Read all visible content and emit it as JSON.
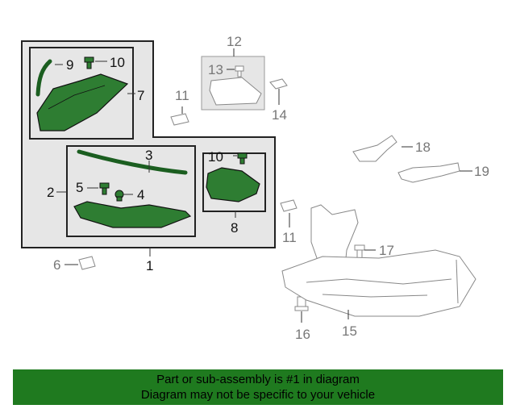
{
  "callouts": {
    "c1": "1",
    "c2": "2",
    "c3": "3",
    "c4": "4",
    "c5": "5",
    "c6": "6",
    "c7": "7",
    "c8": "8",
    "c9": "9",
    "c10a": "10",
    "c10b": "10",
    "c11a": "11",
    "c11b": "11",
    "c12": "12",
    "c13": "13",
    "c14": "14",
    "c15": "15",
    "c16": "16",
    "c17": "17",
    "c18": "18",
    "c19": "19"
  },
  "banner": {
    "line1": "Part or sub-assembly is #1 in diagram",
    "line2": "Diagram may not be specific to your vehicle"
  },
  "colors": {
    "part_fill": "#2e7d32",
    "panel_bg": "#e6e6e6",
    "banner_bg": "#1f7a1f"
  }
}
